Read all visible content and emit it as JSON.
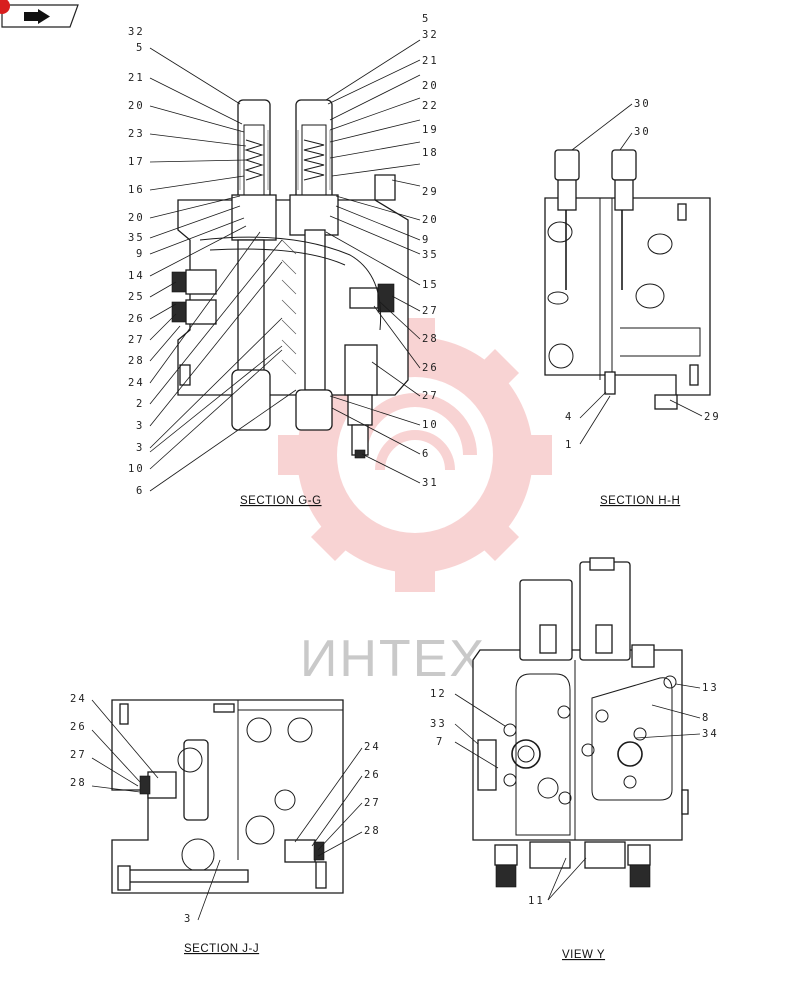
{
  "nav": {
    "icon": "arrow-page-icon"
  },
  "watermark": {
    "text": "ИНТЕХ",
    "color": "#e43b3b"
  },
  "sections": {
    "gg": {
      "title": "SECTION  G-G"
    },
    "hh": {
      "title": "SECTION  H-H"
    },
    "jj": {
      "title": "SECTION  J-J"
    },
    "vy": {
      "title": "VIEW  Y"
    }
  },
  "callouts": {
    "gg_left": [
      "32",
      "5",
      "21",
      "20",
      "23",
      "17",
      "16",
      "20",
      "35",
      "9",
      "14",
      "25",
      "26",
      "27",
      "28",
      "24",
      "2",
      "3",
      "3",
      "10",
      "6"
    ],
    "gg_right": [
      "5",
      "32",
      "21",
      "20",
      "22",
      "19",
      "18",
      "29",
      "20",
      "9",
      "35",
      "15",
      "27",
      "28",
      "26",
      "27",
      "10",
      "6",
      "31"
    ],
    "hh": [
      "30",
      "30",
      "29",
      "4",
      "1"
    ],
    "jj_left": [
      "24",
      "26",
      "27",
      "28",
      "3"
    ],
    "jj_right": [
      "24",
      "26",
      "27",
      "28"
    ],
    "vy": [
      "12",
      "33",
      "7",
      "13",
      "8",
      "34",
      "11"
    ]
  }
}
